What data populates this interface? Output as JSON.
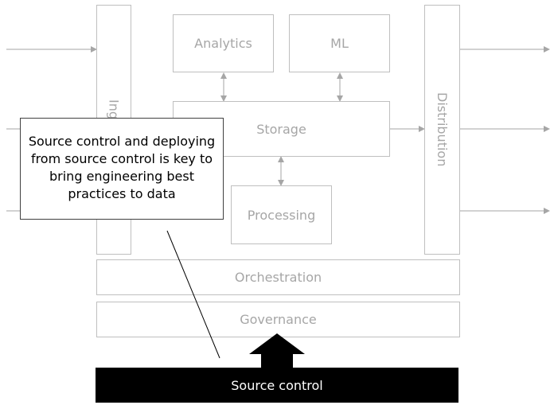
{
  "diagram": {
    "components": {
      "analytics": "Analytics",
      "ml": "ML",
      "storage": "Storage",
      "processing": "Processing",
      "ingestion_partial": "Ing",
      "distribution": "Distribution",
      "orchestration": "Orchestration",
      "governance": "Governance",
      "source_control": "Source control"
    },
    "callout": "Source control and deploying from source control is key to bring engineering best practices to data"
  },
  "colors": {
    "component_text": "#a6a6a6",
    "component_border": "#bfbfbf",
    "arrow": "#a6a6a6",
    "source_control_bg": "#000000",
    "source_control_text": "#ffffff",
    "callout_border": "#404040"
  }
}
